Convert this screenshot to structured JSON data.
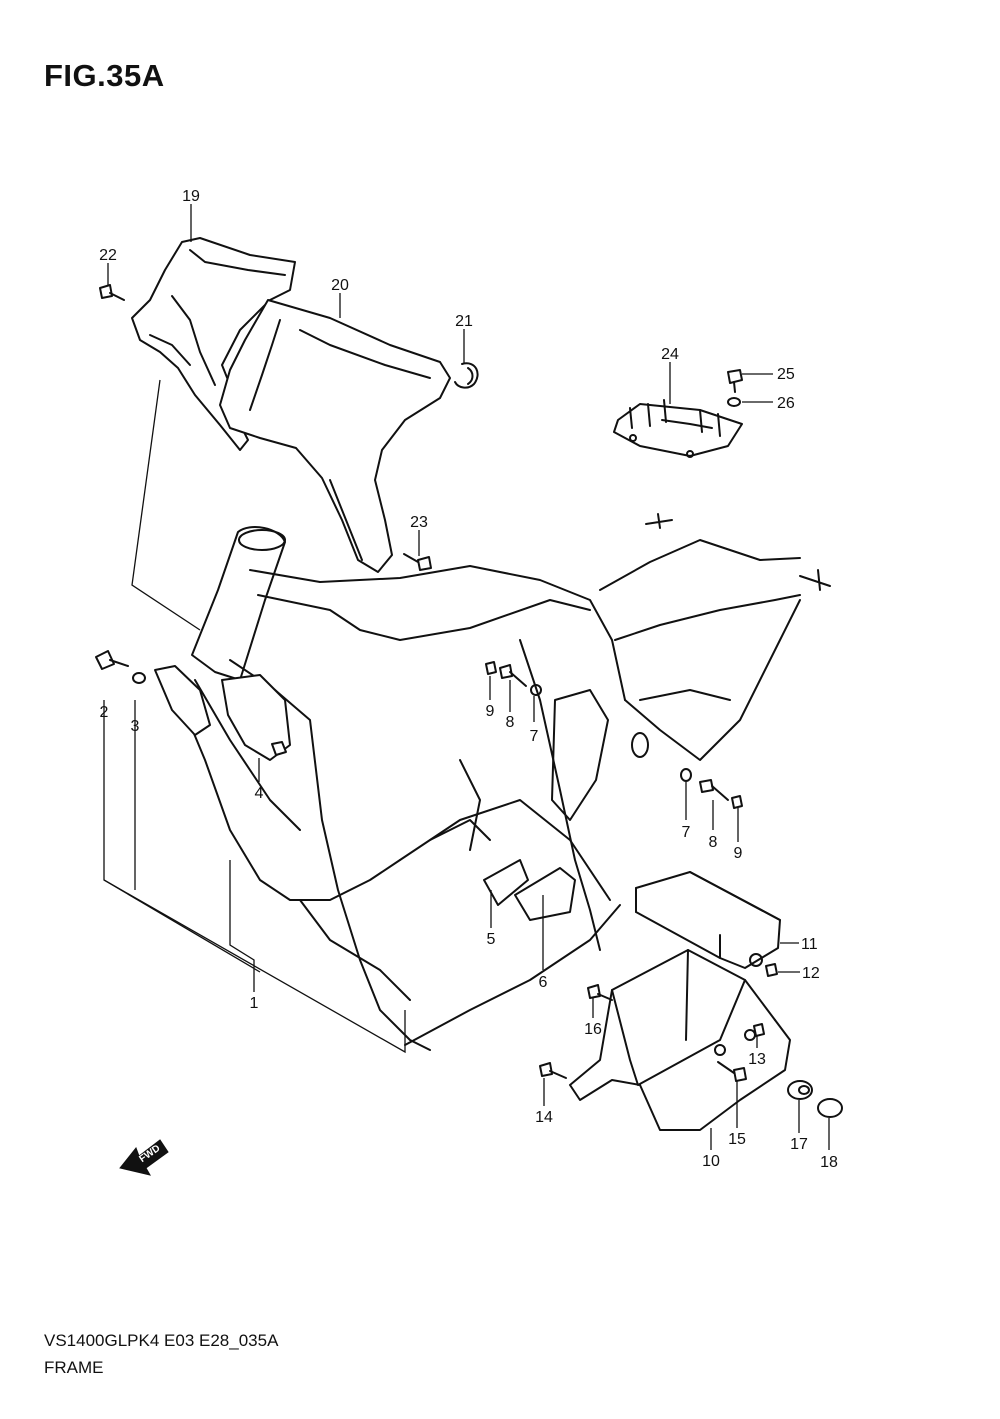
{
  "figure": {
    "title": "FIG.35A"
  },
  "footer": {
    "code": "VS1400GLPK4 E03 E28_035A",
    "name": "FRAME"
  },
  "direction_arrow": {
    "label": "FWD",
    "icon": "forward-arrow-icon"
  },
  "callouts": [
    {
      "id": "c1",
      "number": "1"
    },
    {
      "id": "c2",
      "number": "2"
    },
    {
      "id": "c3",
      "number": "3"
    },
    {
      "id": "c4",
      "number": "4"
    },
    {
      "id": "c5",
      "number": "5"
    },
    {
      "id": "c6",
      "number": "6"
    },
    {
      "id": "c7a",
      "number": "7"
    },
    {
      "id": "c7b",
      "number": "7"
    },
    {
      "id": "c8a",
      "number": "8"
    },
    {
      "id": "c8b",
      "number": "8"
    },
    {
      "id": "c9a",
      "number": "9"
    },
    {
      "id": "c9b",
      "number": "9"
    },
    {
      "id": "c10",
      "number": "10"
    },
    {
      "id": "c11",
      "number": "11"
    },
    {
      "id": "c12",
      "number": "12"
    },
    {
      "id": "c13",
      "number": "13"
    },
    {
      "id": "c14",
      "number": "14"
    },
    {
      "id": "c15",
      "number": "15"
    },
    {
      "id": "c16",
      "number": "16"
    },
    {
      "id": "c17",
      "number": "17"
    },
    {
      "id": "c18",
      "number": "18"
    },
    {
      "id": "c19",
      "number": "19"
    },
    {
      "id": "c20",
      "number": "20"
    },
    {
      "id": "c21",
      "number": "21"
    },
    {
      "id": "c22",
      "number": "22"
    },
    {
      "id": "c23",
      "number": "23"
    },
    {
      "id": "c24",
      "number": "24"
    },
    {
      "id": "c25",
      "number": "25"
    },
    {
      "id": "c26",
      "number": "26"
    }
  ]
}
